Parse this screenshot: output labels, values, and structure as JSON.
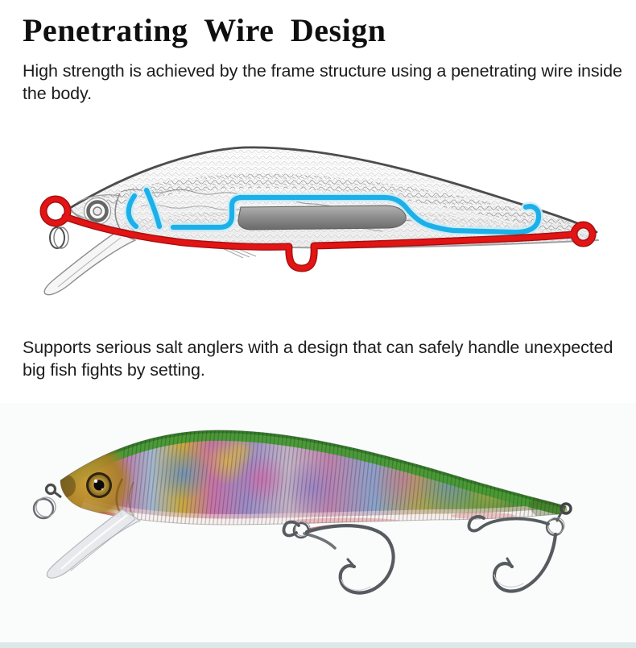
{
  "page": {
    "background": "#ffffff"
  },
  "header": {
    "title": "Penetrating Wire Design"
  },
  "paragraphs": {
    "intro": "High strength is achieved by the frame structure using a penetrating wire inside the body.",
    "support": "Supports serious salt anglers with a design that can safely handle unexpected big fish fights by setting."
  },
  "wire_diagram": {
    "label": "x-ray sketch of minnow lure showing penetrating wire frame",
    "wire_color": "#e31414",
    "wire_edge_color": "#a50f0f",
    "inner_frame_color": "#1db0e8",
    "inner_frame_glow": "#c9ecf8",
    "sketch_stroke": "#4c4c4c"
  },
  "photo": {
    "label": "rainbow colored minnow lure with two treble hooks",
    "background": "#fafbfb",
    "bottom_strip_color": "#dde9e9",
    "hook_color": "#565b60"
  }
}
